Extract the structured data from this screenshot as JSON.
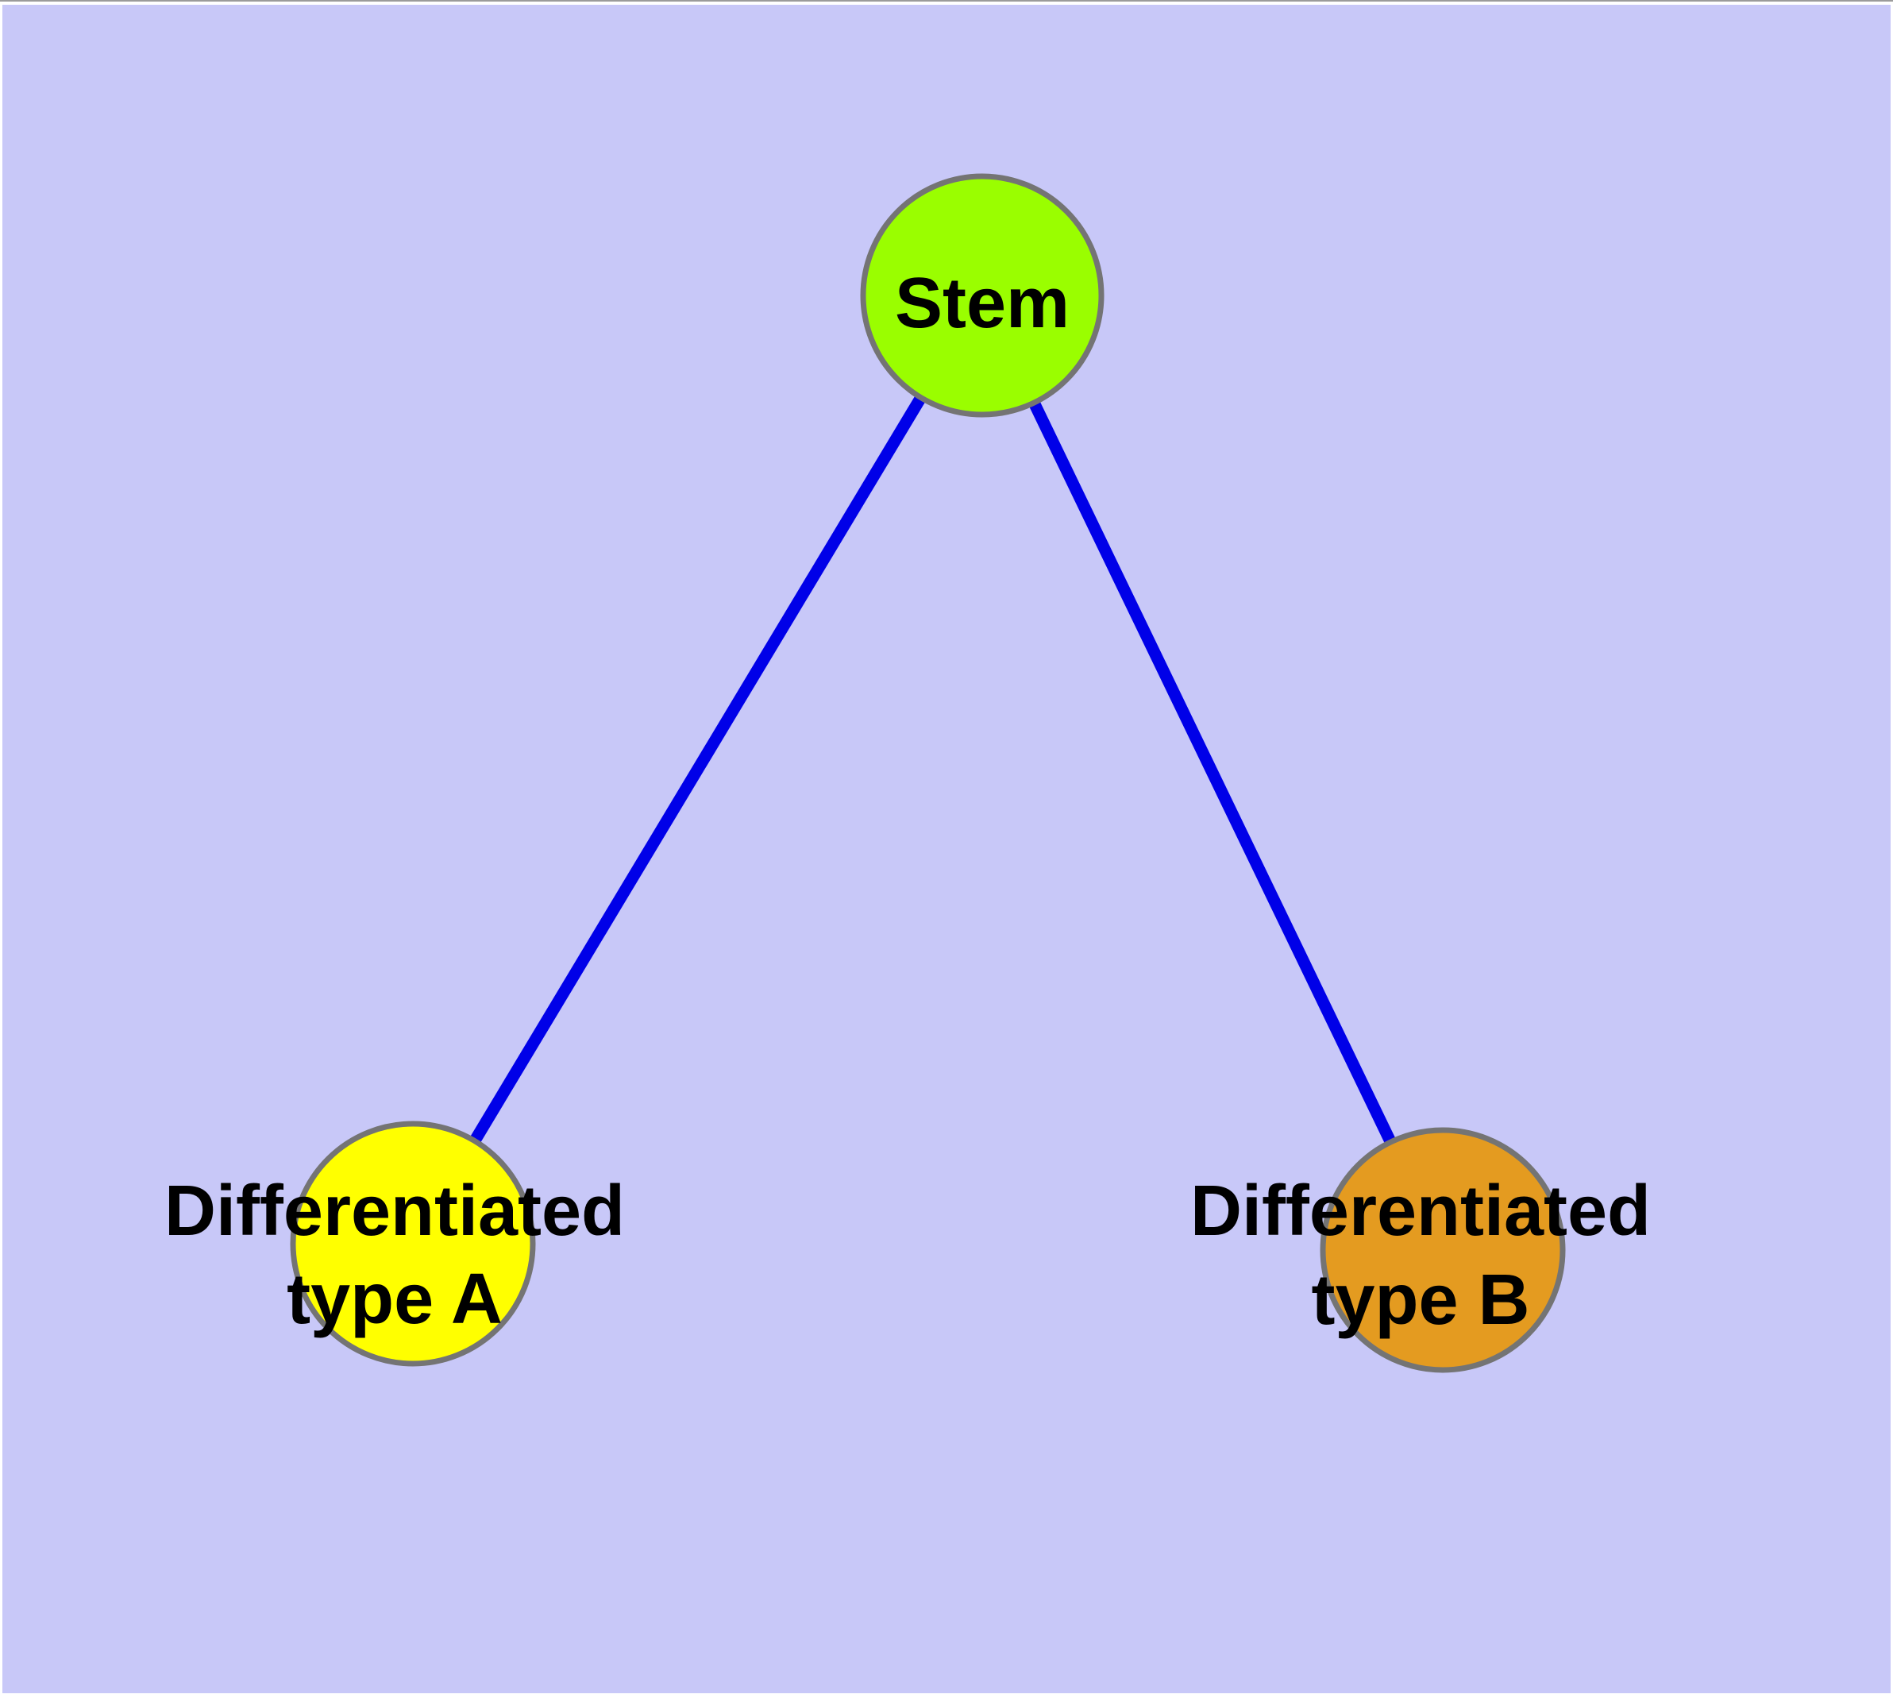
{
  "diagram": {
    "background_color": "#C8C8F8",
    "top_edge_line_color": "#9B9B9B",
    "edge_color": "#0000E8",
    "node_border_color": "#747474",
    "label_text_color": "#000000",
    "nodes": {
      "stem": {
        "label": "Stem",
        "fill": "#9AFE00"
      },
      "type_a": {
        "label_line1": "Differentiated",
        "label_line2": "type A",
        "fill": "#FFFF00"
      },
      "type_b": {
        "label_line1": "Differentiated",
        "label_line2": "type B",
        "fill": "#E49B20"
      }
    },
    "edges": [
      {
        "from": "stem",
        "to": "type_a"
      },
      {
        "from": "stem",
        "to": "type_b"
      }
    ]
  }
}
